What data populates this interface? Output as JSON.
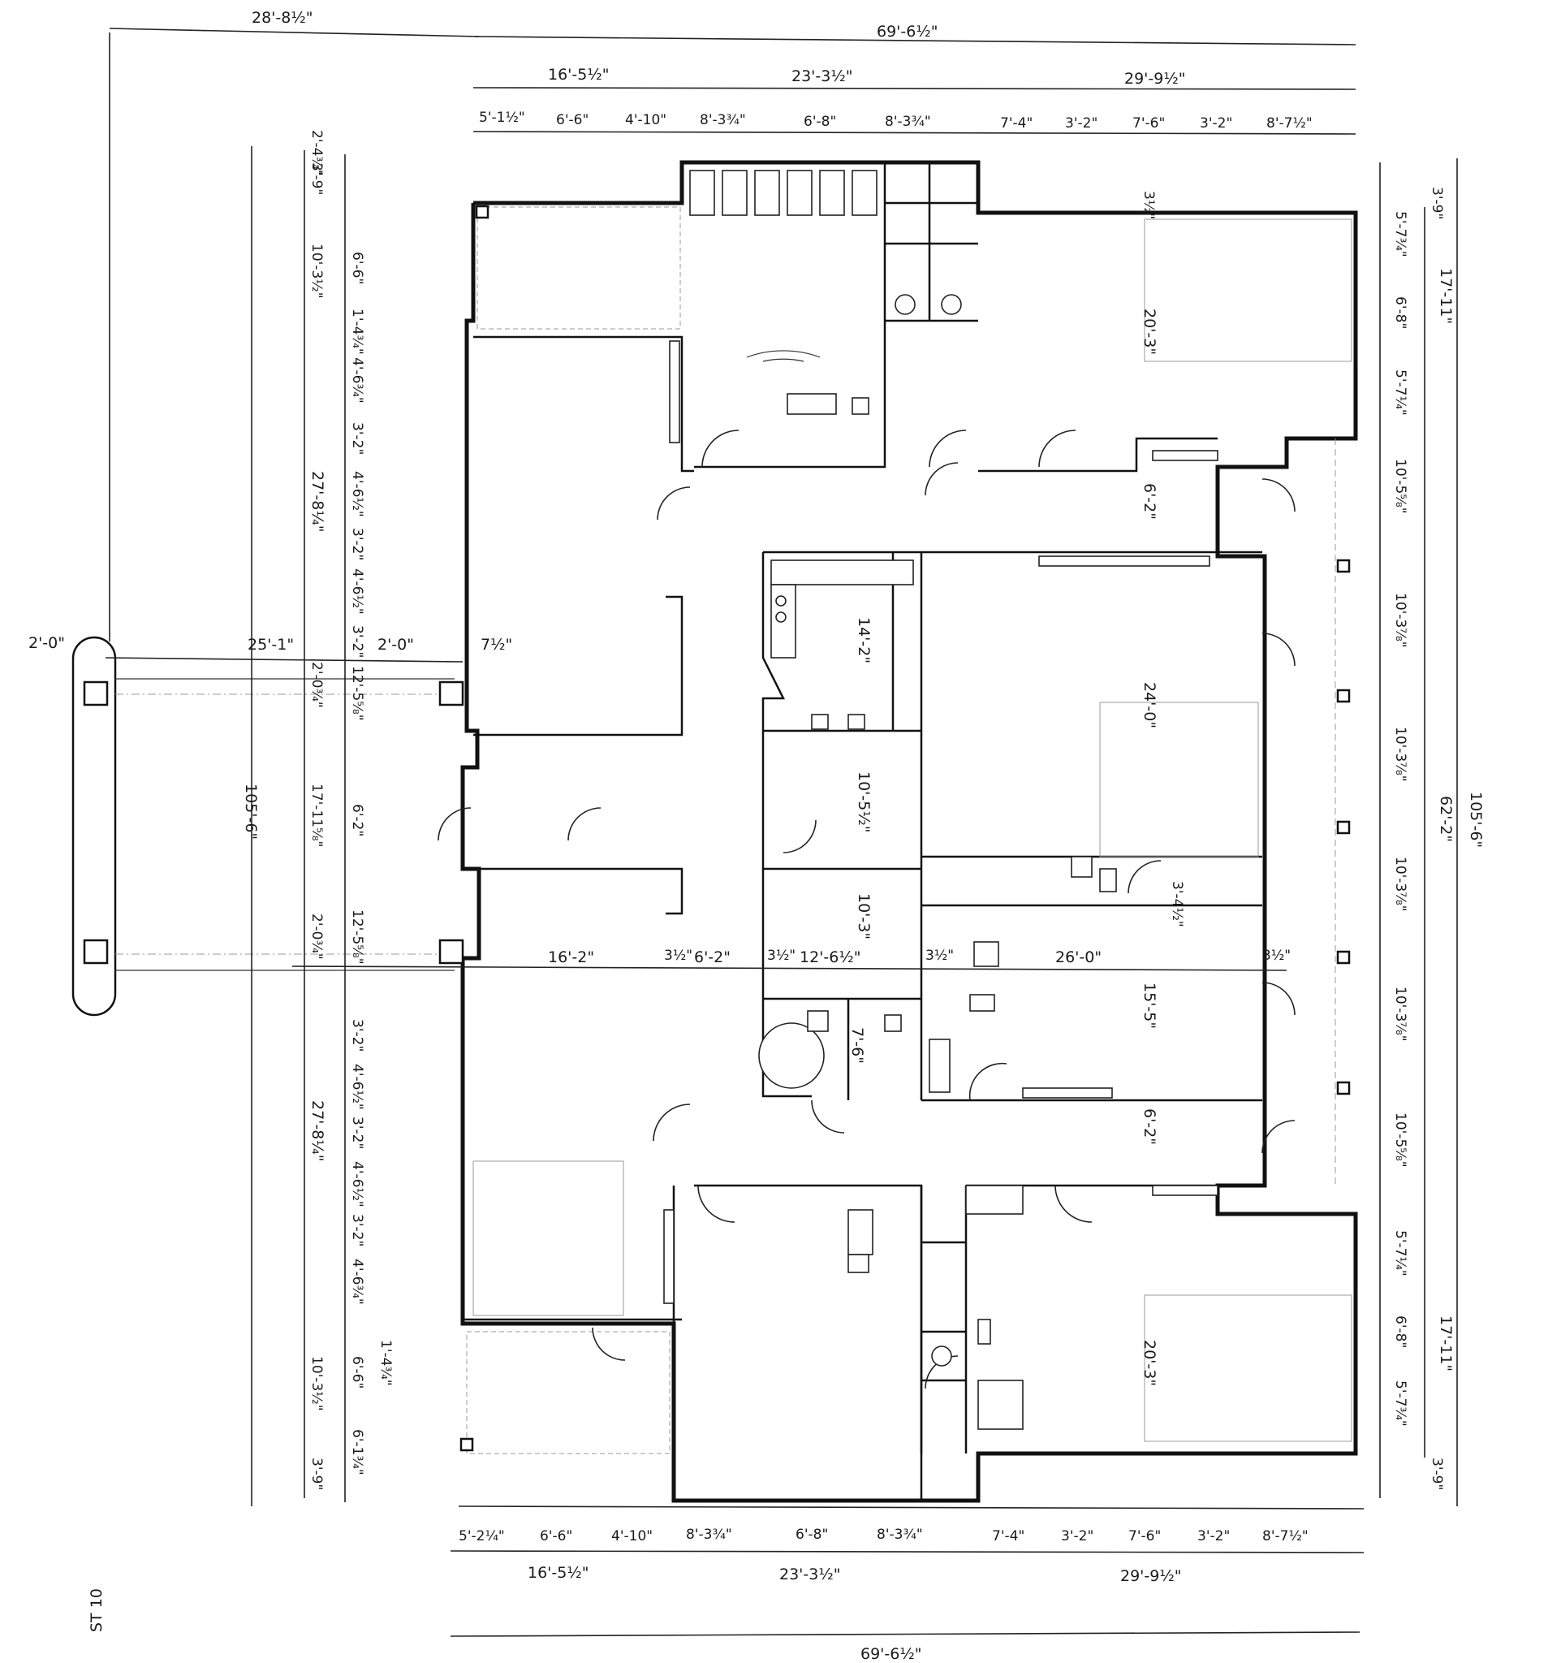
{
  "plan": {
    "overall_width_top": "69'-6½\"",
    "overall_width_bottom": "69'-6½\"",
    "overall_length_left": "105'-6\"",
    "overall_length_right": "105'-6\"",
    "left_offset": "28'-8½\"",
    "top_segments": [
      "16'-5½\"",
      "23'-3½\"",
      "29'-9½\""
    ],
    "top_sub_segments": [
      "5'-1½\"",
      "6'-6\"",
      "4'-10\"",
      "8'-3¾\"",
      "6'-8\"",
      "8'-3¾\"",
      "7'-4\"",
      "3'-2\"",
      "7'-6\"",
      "3'-2\"",
      "8'-7½\""
    ],
    "bottom_segments": [
      "16'-5½\"",
      "23'-3½\"",
      "29'-9½\""
    ],
    "bottom_sub_segments": [
      "5'-2¼\"",
      "6'-6\"",
      "4'-10\"",
      "8'-3¾\"",
      "6'-8\"",
      "8'-3¾\"",
      "7'-4\"",
      "3'-2\"",
      "7'-6\"",
      "3'-2\"",
      "8'-7½\""
    ],
    "right_segments": [
      "3'-9\"",
      "5'-7¾\"",
      "6'-8\"",
      "5'-7¼\"",
      "10'-5⅝\"",
      "10'-3⅞\"",
      "10'-3⅞\"",
      "10'-3⅞\"",
      "10'-3⅞\"",
      "10'-5⅝\"",
      "5'-7¼\"",
      "6'-8\"",
      "5'-7¾\"",
      "3'-9\""
    ],
    "right_totals": [
      "17'-11\"",
      "62'-2\"",
      "17'-11\""
    ],
    "left_upper_segments": [
      "2'-4¾\"",
      "3'-9\"",
      "10'-3½\"",
      "6'-6\"",
      "1'-4¾\"",
      "4'-6¾\"",
      "3'-2\"",
      "4'-6½\"",
      "3'-2\"",
      "4'-6½\"",
      "3'-2\"",
      "27'-8¼\""
    ],
    "left_lower_segments": [
      "3'-2\"",
      "4'-6½\"",
      "3'-2\"",
      "4'-6½\"",
      "3'-2\"",
      "4'-6¾\"",
      "27'-8¼\"",
      "1'-4¾\"",
      "10'-3½\"",
      "6'-6\"",
      "6'-1¾\"",
      "3'-9\""
    ],
    "left_middle_segments": [
      "2'-0¾\"",
      "12'-5⅝\"",
      "17'-11⅝\"",
      "6'-2\"",
      "2'-0¾\"",
      "12'-5⅝\""
    ],
    "canopy": {
      "width": "2'-0\"",
      "span": "25'-1\"",
      "gap": "2'-0\"",
      "post": "7½\""
    },
    "interior": {
      "bedroom_top_right": "20'-3\"",
      "bedroom_bottom_right": "20'-3\"",
      "kitchen": "14'-2\"",
      "hall_1": "10'-5½\"",
      "hall_2": "10'-3\"",
      "bath_small": "7'-6\"",
      "room_upper_right": "24'-0\"",
      "room_lower_right": "15'-5\"",
      "corridor_1": "6'-2\"",
      "corridor_2": "6'-2\"",
      "wall_3_5": "3½\"",
      "horiz_row": [
        "16'-2\"",
        "3½\"",
        "6'-2\"",
        "3½\"",
        "12'-6½\"",
        "3½\"",
        "26'-0\"",
        "3½\""
      ],
      "small_offsets": [
        "3'-4½\""
      ]
    },
    "corner_note": "ST 10"
  }
}
